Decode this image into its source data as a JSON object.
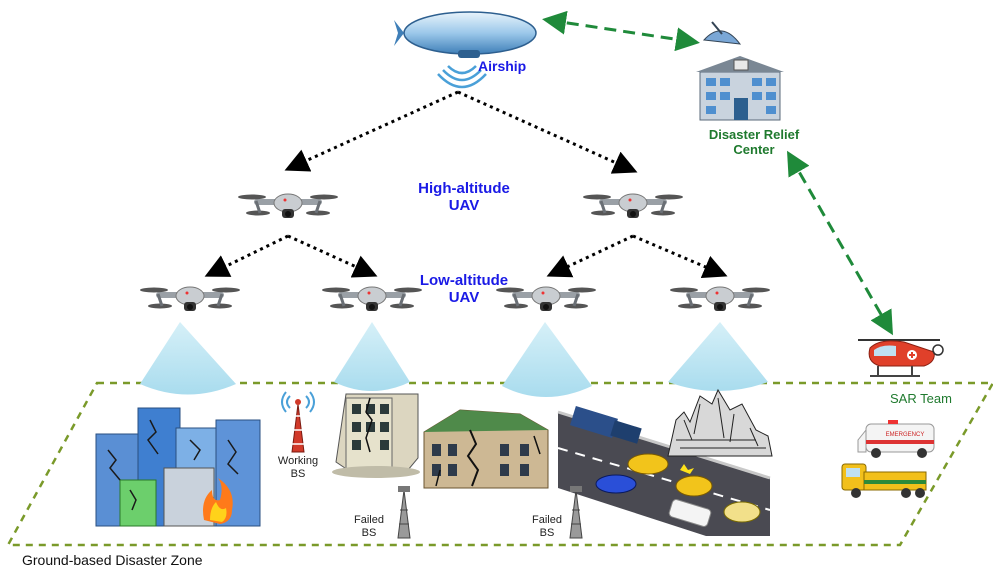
{
  "labels": {
    "airship": "Airship",
    "relief_center_line1": "Disaster Relief",
    "relief_center_line2": "Center",
    "high_uav_line1": "High-altitude",
    "high_uav_line2": "UAV",
    "low_uav_line1": "Low-altitude",
    "low_uav_line2": "UAV",
    "sar_team": "SAR Team",
    "working_bs_line1": "Working",
    "working_bs_line2": "BS",
    "failed_bs1_line1": "Failed",
    "failed_bs1_line2": "BS",
    "failed_bs2_line1": "Failed",
    "failed_bs2_line2": "BS",
    "ground_zone": "Ground-based Disaster Zone"
  },
  "ambulance_text": "EMERGENCY",
  "colors": {
    "label_blue": "#1a1ae6",
    "link_green": "#1f8a3a",
    "zone_green": "#7a9a2a",
    "beam_blue": "#bfe6f2",
    "airship_blue": "#9cc8ea"
  }
}
